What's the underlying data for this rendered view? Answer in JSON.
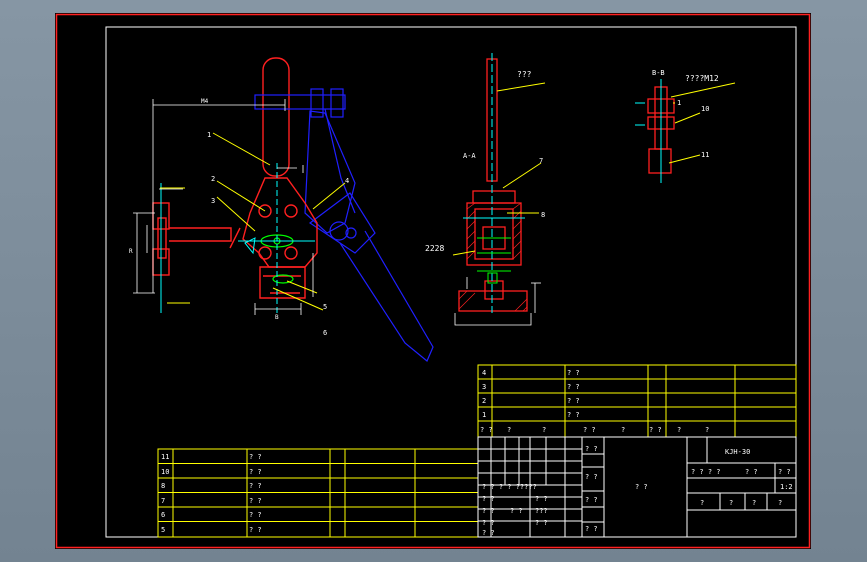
{
  "colors": {
    "background": "#000000",
    "viewport": "#7e8d9b",
    "frame_red": "#ff2020",
    "white": "#ffffff",
    "yellow": "#ffff00",
    "blue": "#2020ff",
    "cyan": "#00ffff",
    "green": "#00ff00"
  },
  "views": {
    "section_aa": "A-A",
    "section_bb": "B-B"
  },
  "balloons": {
    "b1": "1",
    "b2": "2",
    "b3": "3",
    "b4": "4",
    "b5": "5",
    "b6": "6",
    "b7": "7",
    "b8": "8",
    "b10": "10",
    "b11": "11",
    "mid_q": "???",
    "mid_228": "2228",
    "right_m12": "????M12"
  },
  "dims": {
    "top_len": "M4",
    "d_left": "R",
    "d_b": "B"
  },
  "title_block": {
    "drawing_no": "KJH-30",
    "material": "? ?",
    "scale_cells": [
      "? ? ? ?",
      "? ?",
      "? ?"
    ],
    "scale_value": "1:2",
    "sheet_cells": [
      "?",
      "?",
      "?",
      "?"
    ]
  },
  "upper_bom": {
    "rows": [
      {
        "no": "4",
        "name": "? ?"
      },
      {
        "no": "3",
        "name": "? ?"
      },
      {
        "no": "2",
        "name": "? ?"
      },
      {
        "no": "1",
        "name": "? ?"
      }
    ],
    "header": [
      "? ?",
      "?",
      "?",
      "? ?",
      "?",
      "? ?",
      "?",
      "?"
    ]
  },
  "lower_bom": {
    "rows": [
      {
        "no": "11",
        "name": "? ?"
      },
      {
        "no": "10",
        "name": "? ?"
      },
      {
        "no": "8",
        "name": "? ?"
      },
      {
        "no": "7",
        "name": "? ?"
      },
      {
        "no": "6",
        "name": "? ?"
      },
      {
        "no": "5",
        "name": "? ?"
      }
    ]
  },
  "sign_block": {
    "cells": [
      "? ? ? ? ?????",
      "? ?",
      "? ?",
      "? ?",
      "? ?",
      "???",
      "? ?",
      "? ?",
      "? ?"
    ],
    "side": [
      "? ?",
      "? ?",
      "? ?",
      "? ?"
    ]
  }
}
